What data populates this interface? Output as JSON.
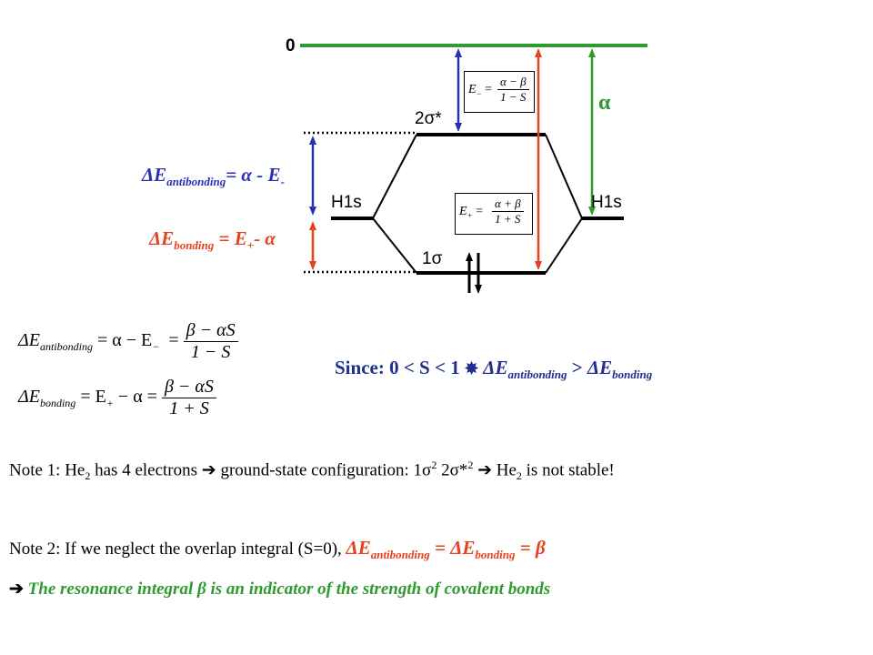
{
  "diagram": {
    "zero_label": "0",
    "alpha_label": "α",
    "h1s_left": "H1s",
    "h1s_right": "H1s",
    "mo_antibonding": "2σ*",
    "mo_bonding": "1σ",
    "delta_antibonding": {
      "delta": "ΔE",
      "sub": "antibonding",
      "rest": "= α - E",
      "sup": "-"
    },
    "delta_bonding": {
      "delta": "ΔE",
      "sub": "bonding",
      "rest": " = E",
      "sup": "+",
      "tail": "- α"
    },
    "box_eminus": {
      "lhs": "E",
      "sub": "−",
      "eq": "=",
      "num": "α − β",
      "den": "1 − S"
    },
    "box_eplus": {
      "lhs": "E",
      "sub": "+",
      "eq": "=",
      "num": "α + β",
      "den": "1 + S"
    },
    "colors": {
      "green": "#2f9a2f",
      "blue": "#2b2fb5",
      "red": "#e8401c",
      "black": "#000000"
    }
  },
  "equations": {
    "eq1": {
      "lhs": "ΔE",
      "sub": "antibonding",
      "mid": "= α − E",
      "midsub": "−",
      "eq2": "=",
      "num": "β − αS",
      "den": "1 − S"
    },
    "eq2": {
      "lhs": "ΔE",
      "sub": "bonding",
      "mid": "= E",
      "midsub": "+",
      "mid2": "− α =",
      "num": "β − αS",
      "den": "1 + S"
    }
  },
  "since": {
    "text": "Since: 0 < S < 1",
    "arrow": "✸",
    "d1": "ΔE",
    "s1": "antibonding",
    "gt": " > ",
    "d2": "ΔE",
    "s2": "bonding"
  },
  "note1": {
    "pre": "Note 1: He",
    "sub1": "2",
    "mid": " has 4 electrons ",
    "arrow1": "➔",
    "conf": " ground-state configuration: 1σ",
    "sup1": "2",
    "conf2": " 2σ*",
    "sup2": "2",
    "arrow2": "➔",
    "post": " He",
    "sub2": "2",
    "end": " is not stable!"
  },
  "note2": {
    "pre": "Note 2: If we neglect the overlap integral (S=0), ",
    "d1": "ΔE",
    "s1": "antibonding",
    "eq": " = ",
    "d2": "ΔE",
    "s2": "bonding",
    "tail": " = β"
  },
  "conclusion": {
    "arrow": "➔",
    "text": " The resonance integral β is an indicator of the strength of covalent bonds"
  }
}
